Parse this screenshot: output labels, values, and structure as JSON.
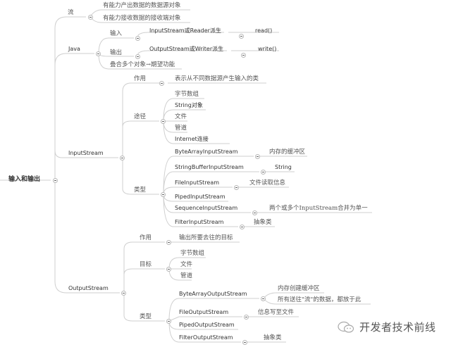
{
  "root": {
    "label": "输入和输出"
  },
  "branches": {
    "stream": {
      "label": "流",
      "children": [
        "有能力产出数据的数据源对象",
        "有能力接收数据的接收端对象"
      ]
    },
    "java": {
      "label": "Java",
      "input": {
        "label": "输入",
        "child": "InputStream或Reader派生",
        "leaf": "read()"
      },
      "output": {
        "label": "输出",
        "child": "OutputStream或Writer派生",
        "leaf": "write()"
      },
      "combine": "叠合多个对象→期望功能"
    },
    "inputstream": {
      "label": "InputStream",
      "purpose": {
        "label": "作用",
        "child": "表示从不同数据源产生输入的类"
      },
      "sources": {
        "label": "途径",
        "children": [
          "字节数组",
          "String对象",
          "文件",
          "管道",
          "Internet连接"
        ]
      },
      "types": {
        "label": "类型",
        "children": [
          {
            "name": "ByteArrayInputStream",
            "note": "内存的缓冲区"
          },
          {
            "name": "StringBufferInputStream",
            "note": "String"
          },
          {
            "name": "FileInputStream",
            "note": "文件读取信息"
          },
          {
            "name": "PipedInputStream",
            "note": ""
          },
          {
            "name": "SequenceInputStream",
            "note": "两个或多个InputStream合并为单一"
          },
          {
            "name": "FilterInputStream",
            "note": "抽象类"
          }
        ]
      }
    },
    "outputstream": {
      "label": "OutputStream",
      "purpose": {
        "label": "作用",
        "child": "输出所要去往的目标"
      },
      "targets": {
        "label": "目标",
        "children": [
          "字节数组",
          "文件",
          "管道"
        ]
      },
      "types": {
        "label": "类型",
        "children": [
          {
            "name": "ByteArrayOutputStream",
            "notes": [
              "内存创建缓冲区",
              "所有送往\"流\"的数据，都放于此"
            ]
          },
          {
            "name": "FileOutputStream",
            "notes": [
              "信息写至文件"
            ]
          },
          {
            "name": "PipedOutputStream",
            "notes": []
          },
          {
            "name": "FilterOutputStream",
            "notes": [
              "抽象类"
            ]
          }
        ]
      }
    }
  },
  "watermark": {
    "icon": "wechat-icon",
    "text": "开发者技术前线"
  },
  "colors": {
    "line": "#c8c8c8",
    "text": "#444444",
    "background": "#ffffff"
  }
}
